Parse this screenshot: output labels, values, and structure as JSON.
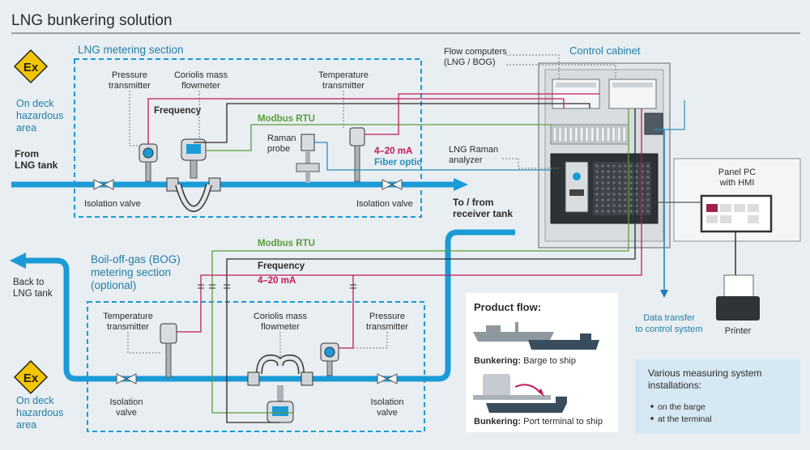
{
  "title": "LNG bunkering solution",
  "colors": {
    "background": "#e9eef2",
    "pipe": "#1a9bd7",
    "accent_teal": "#1f7fa8",
    "frequency_line": "#2b2b2b",
    "modbus_line": "#5a9e3a",
    "current_line": "#c2185b",
    "fiber_line": "#2a8fb8",
    "hazard": "#f2c500"
  },
  "metering": {
    "title": "LNG metering section",
    "pressure_transmitter": "Pressure\ntransmitter",
    "coriolis": "Coriolis mass\nflowmeter",
    "temperature_transmitter": "Temperature\ntransmitter",
    "raman_probe": "Raman\nprobe",
    "isolation_left": "Isolation valve",
    "isolation_right": "Isolation valve",
    "frequency": "Frequency",
    "modbus": "Modbus RTU",
    "current": "4–20 mA",
    "fiber": "Fiber optic"
  },
  "hazard_top": {
    "symbol": "Ex",
    "label": "On deck\nhazardous\narea"
  },
  "hazard_bottom": {
    "symbol": "Ex",
    "label": "On deck\nhazardous\narea"
  },
  "from_tank": "From\nLNG tank",
  "to_from_receiver": "To / from\nreceiver tank",
  "back_to_tank": "Back to\nLNG tank",
  "flow_computers": "Flow computers\n(LNG / BOG)",
  "control_cabinet": "Control cabinet",
  "raman_analyzer": "LNG Raman\nanalyzer",
  "panel_pc": "Panel PC\nwith HMI",
  "printer": "Printer",
  "data_transfer": "Data transfer\nto control system",
  "bog": {
    "title": "Boil-off-gas (BOG)\nmetering section\n(optional)",
    "modbus": "Modbus RTU",
    "frequency": "Frequency",
    "current": "4–20 mA",
    "temperature_transmitter": "Temperature\ntransmitter",
    "coriolis": "Coriolis mass\nflowmeter",
    "pressure_transmitter": "Pressure\ntransmitter",
    "isolation_left": "Isolation\nvalve",
    "isolation_right": "Isolation\nvalve"
  },
  "product_flow": {
    "title": "Product flow:",
    "item1_bold": "Bunkering:",
    "item1_text": "Barge to ship",
    "item2_bold": "Bunkering:",
    "item2_text": "Port terminal to ship"
  },
  "various": {
    "title": "Various measuring system\ninstallations:",
    "items": [
      "on the barge",
      "at the terminal"
    ]
  }
}
